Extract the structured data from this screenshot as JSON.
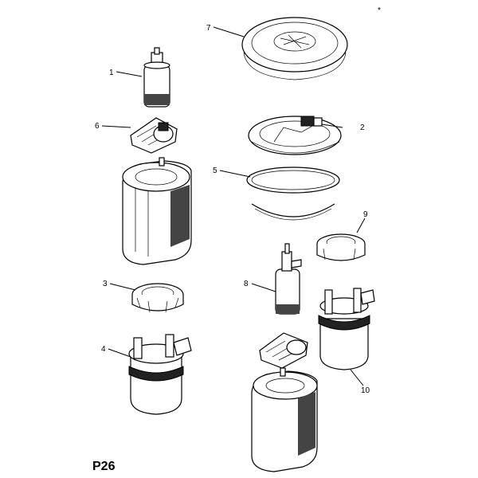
{
  "diagram": {
    "reference": "P26",
    "corner_mark": "*",
    "callouts": [
      "1",
      "2",
      "3",
      "4",
      "5",
      "6",
      "7",
      "8",
      "9",
      "10"
    ]
  }
}
